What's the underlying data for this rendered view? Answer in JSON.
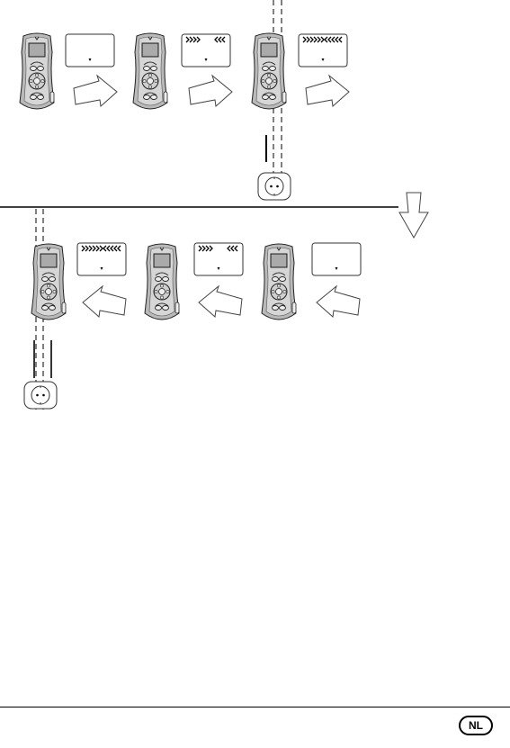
{
  "footer": {
    "language_badge": "NL"
  },
  "diagram": {
    "top_row": [
      {
        "step": "device-idle",
        "display": "empty"
      },
      {
        "step": "device-partial-signal",
        "display": "partial"
      },
      {
        "step": "device-over-cable",
        "display": "full",
        "cable": true
      }
    ],
    "bottom_row": [
      {
        "step": "device-over-cable",
        "display": "full",
        "cable": true
      },
      {
        "step": "device-partial-signal",
        "display": "partial"
      },
      {
        "step": "device-idle",
        "display": "empty"
      }
    ],
    "icons": [
      "multi-detector-device-icon",
      "display-panel-icon",
      "right-arrow-icon",
      "left-arrow-icon",
      "down-arrow-icon",
      "wall-socket-icon",
      "wire-icon"
    ]
  }
}
